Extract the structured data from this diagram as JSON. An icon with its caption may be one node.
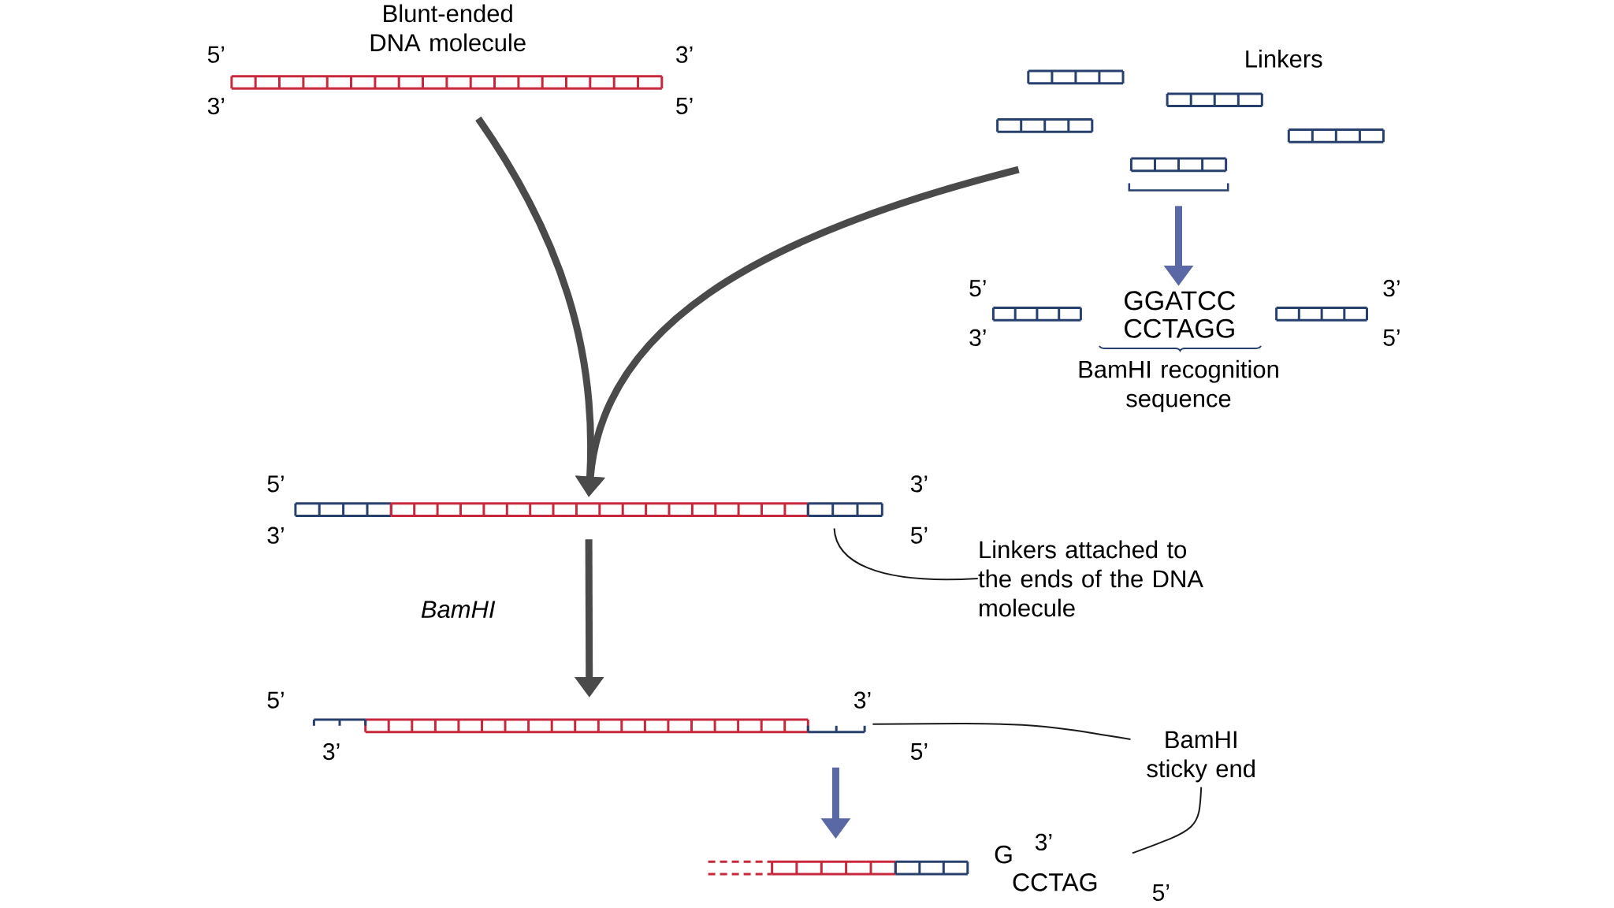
{
  "diagram": {
    "nodes": [
      {
        "text": [
          "Blunt-ended DNA molecule"
        ]
      },
      {
        "text": [
          "Linkers"
        ]
      },
      {
        "text": [
          "GGATCC",
          "CCTAGG"
        ],
        "beside": [
          "BamHI recognition sequence"
        ]
      },
      {
        "text": [],
        "shape": "bar"
      },
      {
        "text": [
          "Linkers attached to the ends of the DNA molecule"
        ]
      },
      {
        "text": [],
        "shape": "bar"
      },
      {
        "text": [
          "BamHI sticky end"
        ]
      },
      {
        "text": [
          "G",
          "CCTAG"
        ]
      }
    ],
    "edges": [
      {
        "from": 0,
        "to": 3,
        "arrow": "to",
        "color": "#4a4a4a"
      },
      {
        "from": 1,
        "to": 3,
        "arrow": "to",
        "color": "#4a4a4a"
      },
      {
        "from": 1,
        "to": 2,
        "arrow": "to",
        "color": "#5b68a6"
      },
      {
        "from": 3,
        "to": 5,
        "arrow": "to",
        "label": "BamHI",
        "color": "#4a4a4a"
      },
      {
        "from": 5,
        "to": 7,
        "arrow": "to",
        "color": "#5b68a6"
      },
      {
        "from": 4,
        "to": 3,
        "arrow": "none"
      },
      {
        "from": 6,
        "to": 5,
        "arrow": "none"
      },
      {
        "from": 6,
        "to": 7,
        "arrow": "none"
      }
    ],
    "labels": [
      "5’",
      "3’",
      "3’",
      "5’",
      "5’",
      "3’",
      "3’",
      "5’",
      "5’",
      "3’",
      "3’",
      "5’",
      "5’",
      "3’",
      "3’",
      "5’",
      "3’",
      "5’"
    ]
  }
}
